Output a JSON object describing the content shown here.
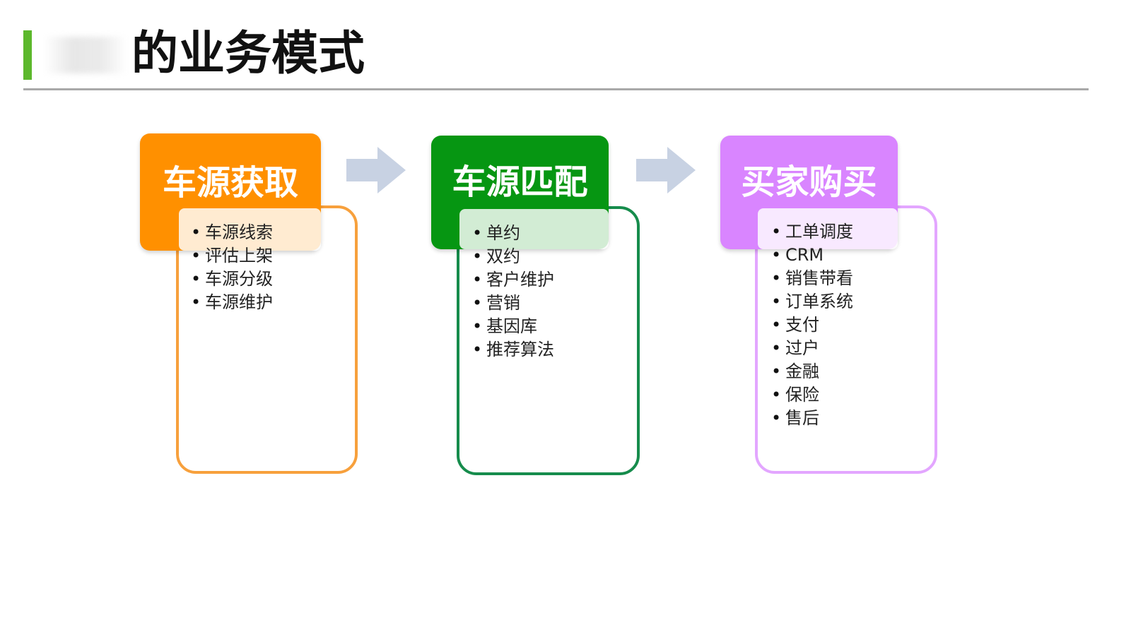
{
  "title": "的业务模式",
  "colors": {
    "accent": "#5cb82c",
    "stage1": "#ff9000",
    "stage1_border": "#f7a03c",
    "stage2": "#069612",
    "stage2_border": "#168c4c",
    "stage3": "#d985ff",
    "stage3_border": "#e3a6ff",
    "arrow": "#c8d2e3"
  },
  "stages": [
    {
      "label": "车源获取",
      "items": [
        "车源线索",
        "评估上架",
        "车源分级",
        "车源维护"
      ]
    },
    {
      "label": "车源匹配",
      "items": [
        "单约",
        "双约",
        "客户维护",
        "营销",
        "基因库",
        "推荐算法"
      ]
    },
    {
      "label": "买家购买",
      "items": [
        "工单调度",
        "CRM",
        "销售带看",
        "订单系统",
        "支付",
        "过户",
        "金融",
        "保险",
        "售后"
      ]
    }
  ]
}
